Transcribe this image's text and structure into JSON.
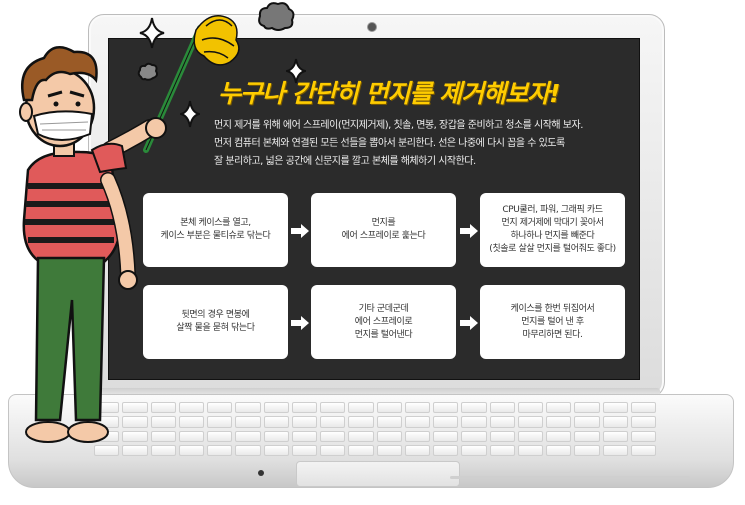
{
  "headline": "누구나 간단히 먼지를 제거해보자!",
  "intro": {
    "lines": [
      "먼지 제거를 위해 에어 스프레이(먼지제거제), 칫솔, 면봉, 장갑을 준비하고 청소를 시작해 보자.",
      "먼저 컴퓨터 본체와 연결된 모든 선들을 뽑아서 분리한다. 선은 나중에 다시 꼽을 수 있도록",
      "잘 분리하고,  넓은 공간에 신문지를 깔고 본체를 해체하기 시작한다."
    ]
  },
  "steps": [
    {
      "lines": [
        "본체 케이스를 열고,",
        "케이스 부분은 물티슈로 닦는다"
      ]
    },
    {
      "lines": [
        "먼지를",
        "에어 스프레이로 훑는다"
      ]
    },
    {
      "lines": [
        "CPU쿨러, 파워, 그래픽 카드",
        "먼지 제거제에 막대기 꽂아서",
        "하나하나 먼지를 빼준다",
        "(칫솔로 살살 먼지를 털어줘도 좋다)"
      ]
    },
    {
      "lines": [
        "뒷면의 경우 면봉에",
        "살짝 물을 묻혀 닦는다"
      ]
    },
    {
      "lines": [
        "기타 군데군데",
        "에어 스프레이로",
        "먼지를 털어낸다"
      ]
    },
    {
      "lines": [
        "케이스를 한번 뒤집어서",
        "먼지를 털어 낸 후",
        "마무리하면 된다."
      ]
    }
  ],
  "colors": {
    "headline": "#ffcc00",
    "screen_bg": "#2b2b2b",
    "step_bg": "#ffffff",
    "shirt": "#e05a5a",
    "pants": "#3f7a3a",
    "duster": "#f2c200"
  },
  "icons": {
    "arrow": "arrow-right-icon",
    "sparkle": "sparkle-icon",
    "dust": "dust-cloud-icon"
  }
}
